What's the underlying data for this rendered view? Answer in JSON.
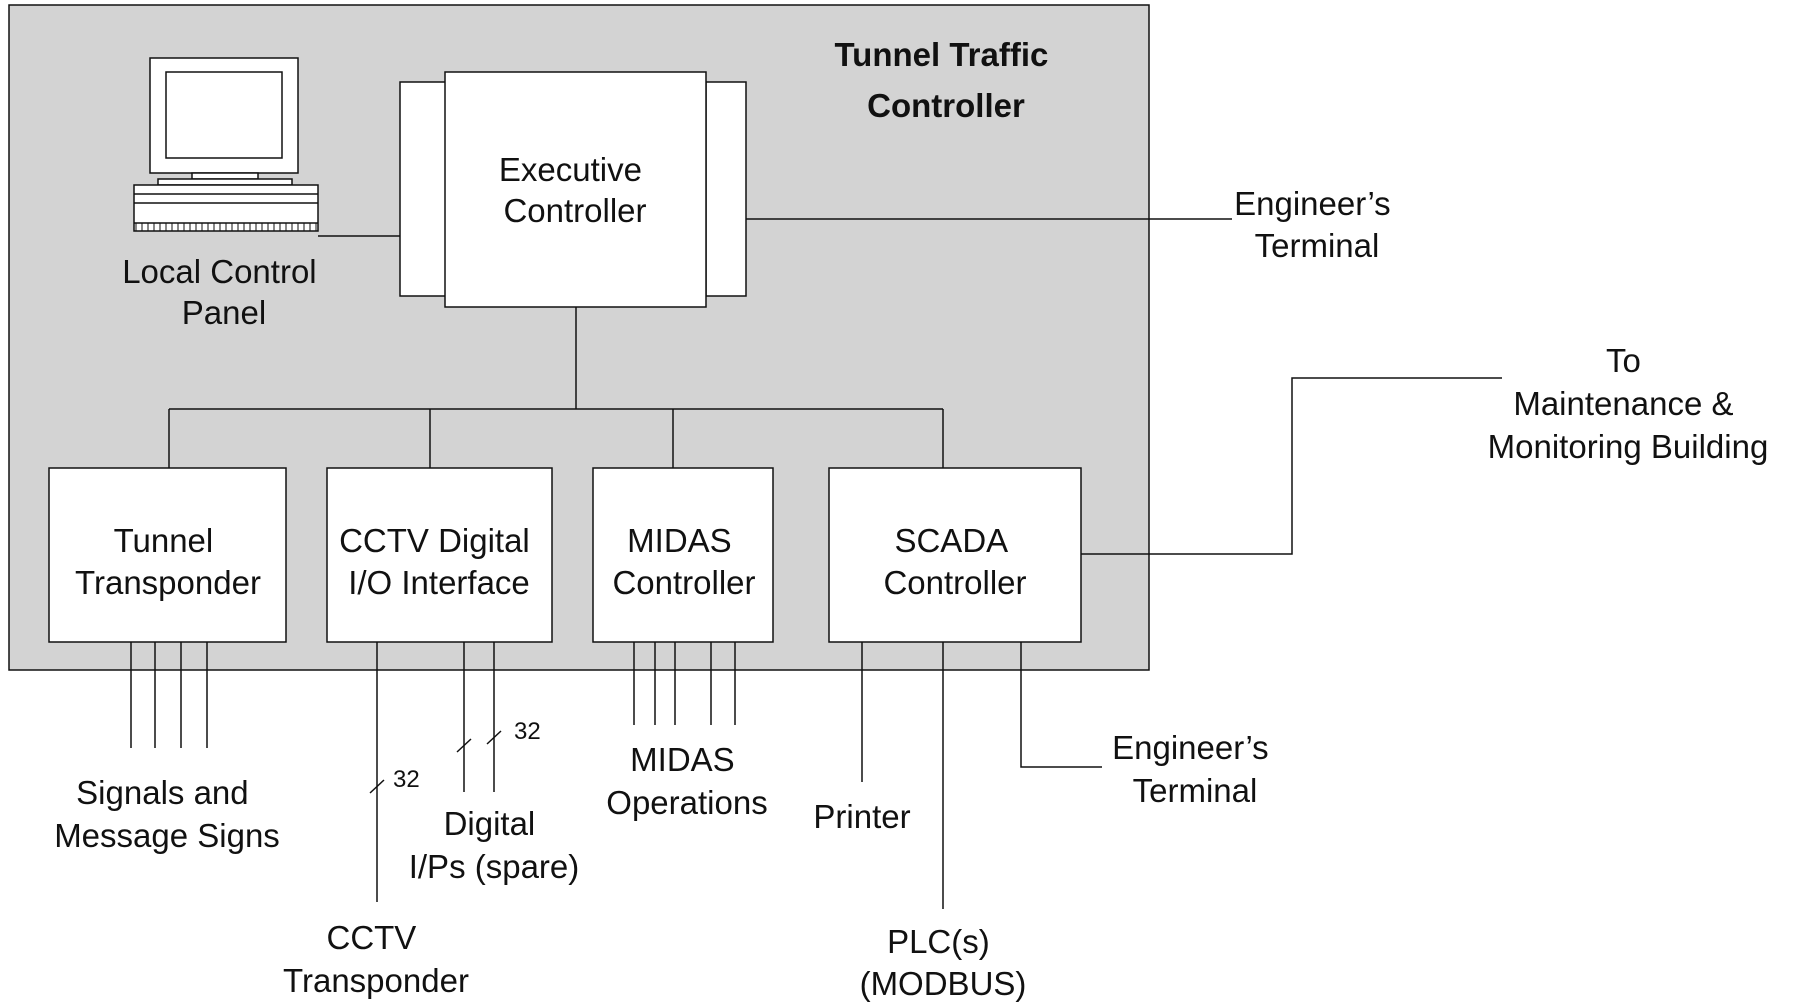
{
  "title_lines": [
    "Tunnel Traffic",
    "Controller"
  ],
  "colors": {
    "panel_fill": "#d3d3d3",
    "box_fill": "#ffffff",
    "line": "#111111"
  },
  "nodes": {
    "local_control_panel": {
      "icon": "computer-icon",
      "lines": [
        "Local Control",
        "Panel"
      ]
    },
    "executive_controller": {
      "lines": [
        "Executive",
        "Controller"
      ]
    },
    "tunnel_transponder": {
      "lines": [
        "Tunnel",
        "Transponder"
      ]
    },
    "cctv_interface": {
      "lines": [
        "CCTV Digital",
        "I/O Interface"
      ]
    },
    "midas_controller": {
      "lines": [
        "MIDAS",
        "Controller"
      ]
    },
    "scada_controller": {
      "lines": [
        "SCADA",
        "Controller"
      ]
    }
  },
  "external": {
    "engineers_terminal_top": [
      "Engineer’s",
      "Terminal"
    ],
    "maintenance_building": [
      "To",
      "Maintenance &",
      "Monitoring Building"
    ],
    "signals": [
      "Signals and",
      "Message Signs"
    ],
    "cctv_transponder": [
      "CCTV",
      "Transponder"
    ],
    "digital_inputs": [
      "Digital",
      "I/Ps (spare)"
    ],
    "midas_operations": [
      "MIDAS",
      "Operations"
    ],
    "printer": [
      "Printer"
    ],
    "plc": [
      "PLC(s)",
      "(MODBUS)"
    ],
    "engineers_terminal_bottom": [
      "Engineer’s",
      "Terminal"
    ]
  },
  "bus_counts": {
    "cctv": "32",
    "digital": "32"
  }
}
